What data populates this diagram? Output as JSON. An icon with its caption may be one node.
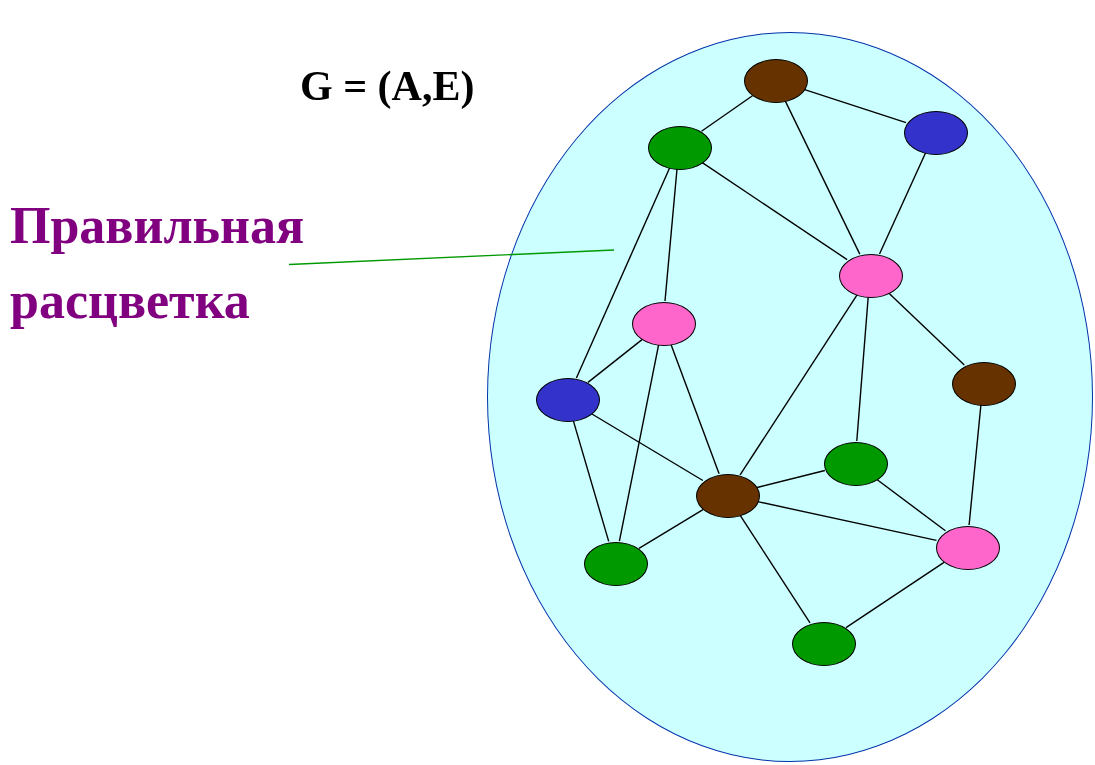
{
  "diagram": {
    "title": "G = (A,E)",
    "nodes": [
      {
        "text": [],
        "shape": "ellipse"
      },
      {
        "text": [],
        "shape": "ellipse",
        "in": 0
      },
      {
        "text": [],
        "shape": "ellipse",
        "in": 0
      },
      {
        "text": [],
        "shape": "ellipse",
        "in": 0
      },
      {
        "text": [],
        "shape": "ellipse",
        "in": 0
      },
      {
        "text": [],
        "shape": "ellipse",
        "in": 0
      },
      {
        "text": [],
        "shape": "ellipse",
        "in": 0
      },
      {
        "text": [],
        "shape": "ellipse",
        "in": 0
      },
      {
        "text": [],
        "shape": "ellipse",
        "in": 0
      },
      {
        "text": [],
        "shape": "ellipse",
        "in": 0
      },
      {
        "text": [],
        "shape": "ellipse",
        "in": 0
      },
      {
        "text": [],
        "shape": "ellipse",
        "in": 0
      },
      {
        "text": [],
        "shape": "ellipse",
        "in": 0
      },
      {
        "text": [
          "Правильная расцветка"
        ]
      }
    ],
    "edges": [
      {
        "from": 1,
        "to": 3,
        "arrow": "none"
      },
      {
        "from": 1,
        "to": 2,
        "arrow": "none"
      },
      {
        "from": 1,
        "to": 4,
        "arrow": "none"
      },
      {
        "from": 3,
        "to": 4,
        "arrow": "none"
      },
      {
        "from": 2,
        "to": 4,
        "arrow": "none"
      },
      {
        "from": 3,
        "to": 7,
        "arrow": "none"
      },
      {
        "from": 3,
        "to": 5,
        "arrow": "none"
      },
      {
        "from": 4,
        "to": 6,
        "arrow": "none"
      },
      {
        "from": 4,
        "to": 9,
        "arrow": "none"
      },
      {
        "from": 4,
        "to": 8,
        "arrow": "none"
      },
      {
        "from": 5,
        "to": 7,
        "arrow": "none"
      },
      {
        "from": 5,
        "to": 11,
        "arrow": "none"
      },
      {
        "from": 5,
        "to": 9,
        "arrow": "none"
      },
      {
        "from": 7,
        "to": 9,
        "arrow": "none"
      },
      {
        "from": 7,
        "to": 11,
        "arrow": "none"
      },
      {
        "from": 9,
        "to": 11,
        "arrow": "none"
      },
      {
        "from": 9,
        "to": 8,
        "arrow": "none"
      },
      {
        "from": 9,
        "to": 10,
        "arrow": "none"
      },
      {
        "from": 8,
        "to": 10,
        "arrow": "none"
      },
      {
        "from": 6,
        "to": 10,
        "arrow": "none"
      },
      {
        "from": 9,
        "to": 12,
        "arrow": "none"
      },
      {
        "from": 10,
        "to": 12,
        "arrow": "none"
      },
      {
        "from": 13,
        "to": 0,
        "arrow": "none",
        "color": "#009900"
      }
    ]
  }
}
